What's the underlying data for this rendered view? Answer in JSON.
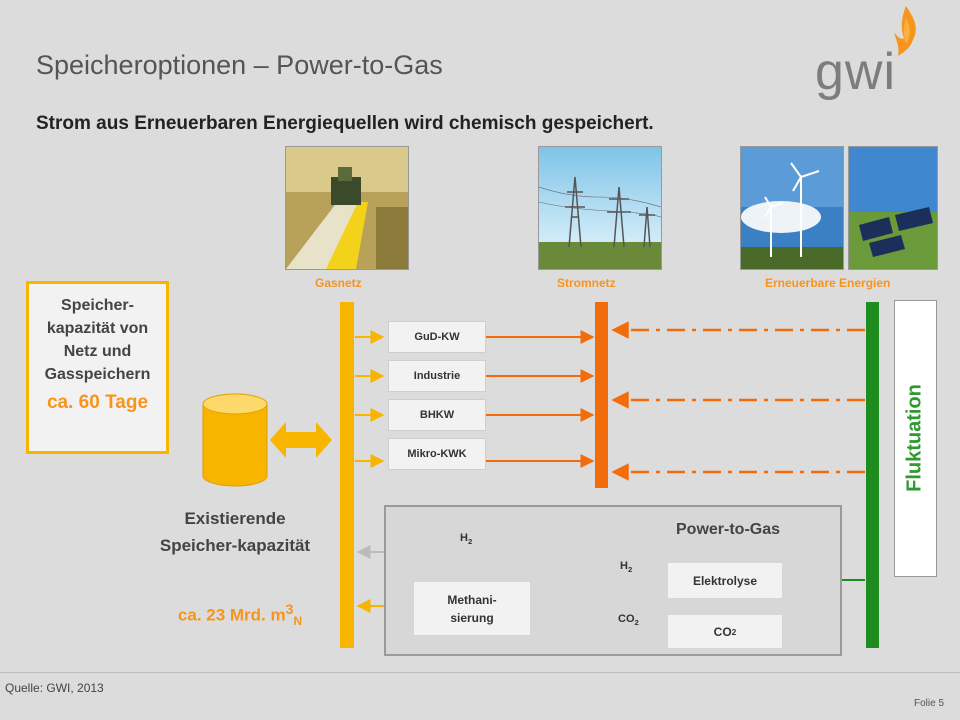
{
  "title": "Speicheroptionen – Power-to-Gas",
  "subtitle": "Strom aus Erneuerbaren Energiequellen wird chemisch gespeichert.",
  "logo": {
    "text": "gwi"
  },
  "categories": {
    "gas": "Gasnetz",
    "power": "Stromnetz",
    "renewables": "Erneuerbare Energien"
  },
  "consumers": [
    "GuD-KW",
    "Industrie",
    "BHKW",
    "Mikro-KWK"
  ],
  "capacity_box": {
    "text": "Speicher-kapazität von Netz und Gasspeichern",
    "value": "ca. 60 Tage"
  },
  "storage": {
    "text": "Existierende Speicher-kapazität",
    "value": "ca. 23 Mrd. m",
    "value_sup": "3",
    "value_sub": "N"
  },
  "fluctuation": "Fluktuation",
  "power_to_gas": {
    "title": "Power-to-Gas",
    "h2_out": {
      "base": "H",
      "sub": "2"
    },
    "h2_in": {
      "base": "H",
      "sub": "2"
    },
    "co2_in": {
      "base": "CO",
      "sub": "2"
    },
    "methanation": "Methani-sierung",
    "electrolysis": "Elektrolyse",
    "co2_box": {
      "base": "CO",
      "sub": "2"
    }
  },
  "colors": {
    "gas": "#f7b500",
    "power": "#f26c0c",
    "renewables": "#1e8c1e",
    "accent": "#f7941d",
    "neutral": "#bbbbbb"
  },
  "footer": {
    "source": "Quelle: GWI, 2013",
    "slide": "Folie 5"
  }
}
